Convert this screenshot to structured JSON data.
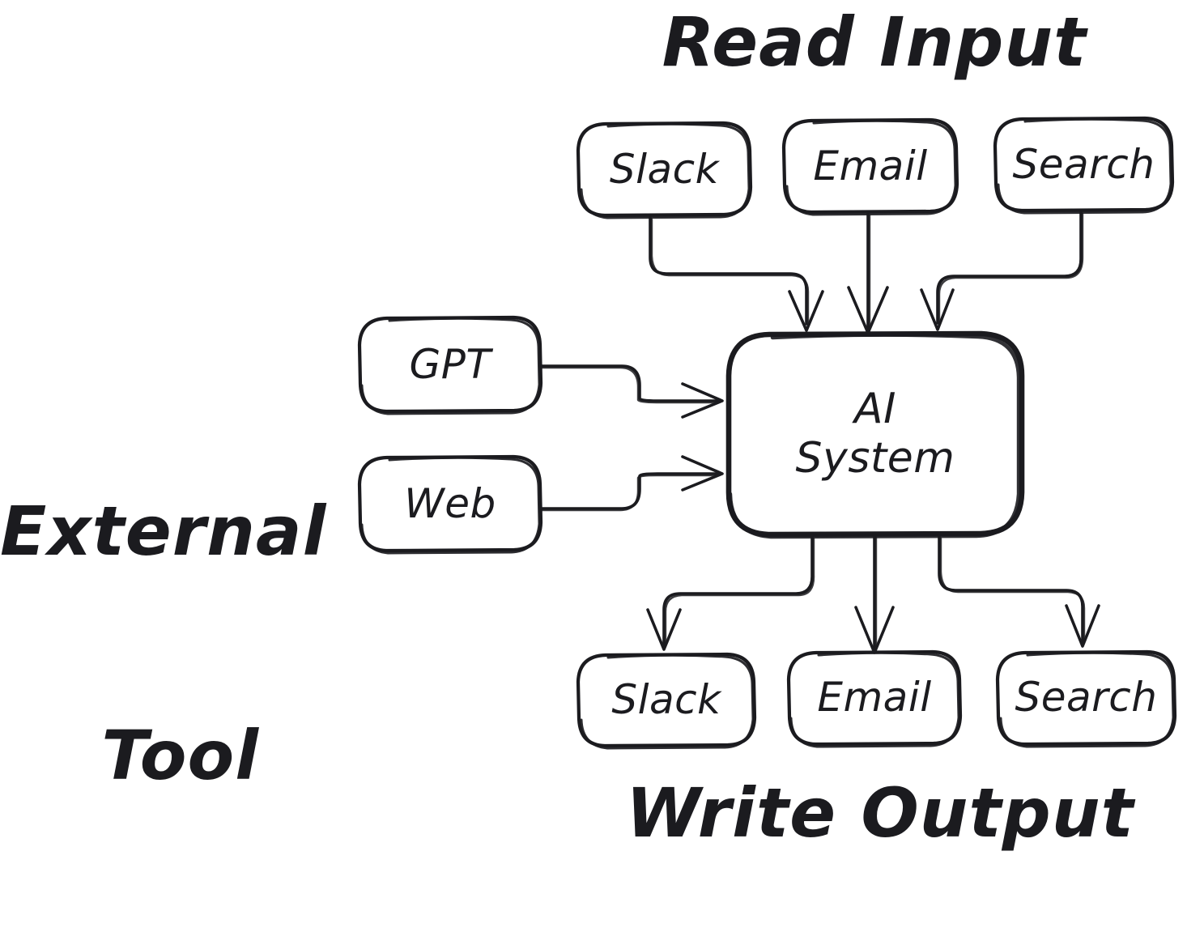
{
  "diagram": {
    "title_read_input": "Read Input",
    "title_external_tool_line1": "External",
    "title_external_tool_line2": "Tool",
    "title_write_output": "Write Output",
    "center_node": {
      "label_line1": "AI",
      "label_line2": "System",
      "name": "AI System"
    },
    "input_nodes": [
      {
        "label": "Slack"
      },
      {
        "label": "Email"
      },
      {
        "label": "Search"
      }
    ],
    "tool_nodes": [
      {
        "label": "GPT"
      },
      {
        "label": "Web"
      }
    ],
    "output_nodes": [
      {
        "label": "Slack"
      },
      {
        "label": "Email"
      },
      {
        "label": "Search"
      }
    ],
    "colors": {
      "ink": "#1b1b1f",
      "background": "#ffffff"
    }
  }
}
